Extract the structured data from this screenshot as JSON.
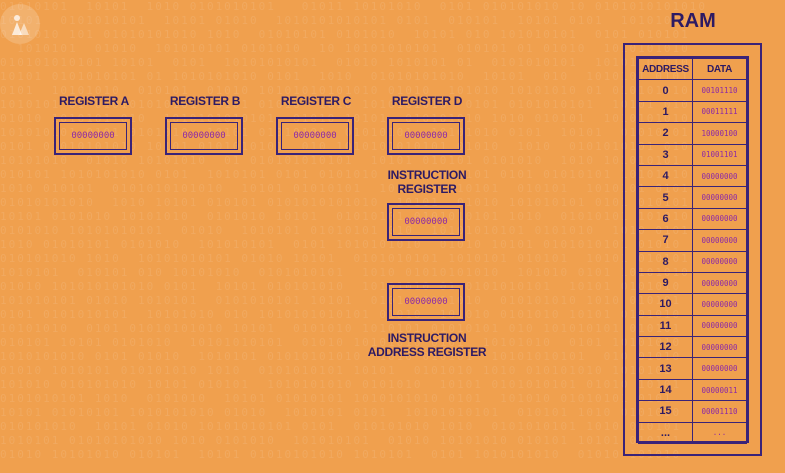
{
  "registers": [
    {
      "label": "REGISTER A",
      "value": "00000000"
    },
    {
      "label": "REGISTER B",
      "value": "00000000"
    },
    {
      "label": "REGISTER C",
      "value": "00000000"
    },
    {
      "label": "REGISTER D",
      "value": "00000000"
    }
  ],
  "instruction_register": {
    "label": "INSTRUCTION\nREGISTER",
    "value": "00000000"
  },
  "instruction_address_register": {
    "label": "INSTRUCTION\nADDRESS REGISTER",
    "value": "00000000"
  },
  "ram": {
    "title": "RAM",
    "headers": {
      "address": "ADDRESS",
      "data": "DATA"
    },
    "rows": [
      {
        "address": "0",
        "data": "00101110"
      },
      {
        "address": "1",
        "data": "00011111"
      },
      {
        "address": "2",
        "data": "10000100"
      },
      {
        "address": "3",
        "data": "01001101"
      },
      {
        "address": "4",
        "data": "00000000"
      },
      {
        "address": "5",
        "data": "00000000"
      },
      {
        "address": "6",
        "data": "00000000"
      },
      {
        "address": "7",
        "data": "00000000"
      },
      {
        "address": "8",
        "data": "00000000"
      },
      {
        "address": "9",
        "data": "00000000"
      },
      {
        "address": "10",
        "data": "00000000"
      },
      {
        "address": "11",
        "data": "00000000"
      },
      {
        "address": "12",
        "data": "00000000"
      },
      {
        "address": "13",
        "data": "00000000"
      },
      {
        "address": "14",
        "data": "00000011"
      },
      {
        "address": "15",
        "data": "00001110"
      },
      {
        "address": "...",
        "data": "..."
      }
    ]
  },
  "colors": {
    "background": "#f0a04e",
    "ink": "#2d1a63",
    "value": "#8d2aa6"
  },
  "logo_icon": "pbs-logo-icon"
}
